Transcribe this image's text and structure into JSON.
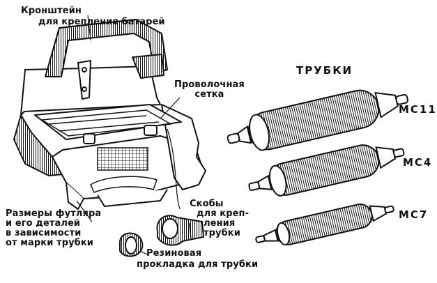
{
  "labels": {
    "bracket": [
      "Кронштейн",
      "для крепления батарей"
    ],
    "mesh": [
      "Проволочная",
      "сетка"
    ],
    "tubes_title": "ТРУБКИ",
    "tube_codes": [
      "МС11",
      "МС4",
      "МС7"
    ],
    "case_sizes": [
      "Размеры футляра",
      "и его деталей",
      "в зависимости",
      "от марки трубки"
    ],
    "clamps": [
      "Скобы",
      "для креп-",
      "ления",
      "трубки"
    ],
    "gasket": [
      "Резиновая",
      "прокладка для трубки"
    ]
  },
  "colors": {
    "ink": "#111111",
    "paper": "#ffffff"
  }
}
